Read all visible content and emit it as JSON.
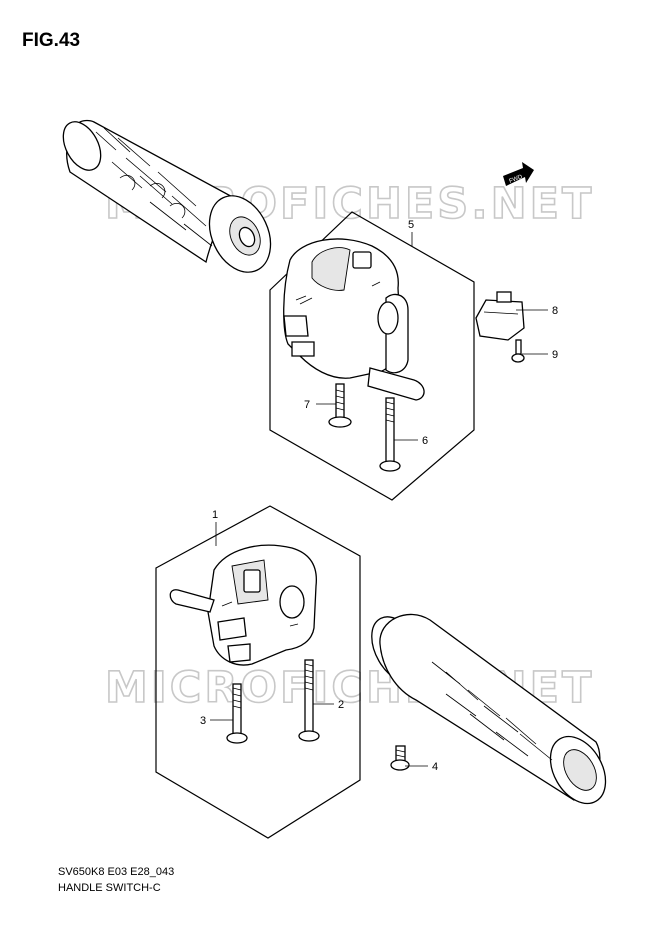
{
  "figure": {
    "title": "FIG.43",
    "model_code": "SV650K8 E03 E28_043",
    "caption": "HANDLE SWITCH-C",
    "watermark": "MICROFICHES.NET",
    "direction_badge": "FWD"
  },
  "callouts": [
    {
      "id": "c1",
      "label": "1"
    },
    {
      "id": "c2",
      "label": "2"
    },
    {
      "id": "c3",
      "label": "3"
    },
    {
      "id": "c4",
      "label": "4"
    },
    {
      "id": "c5",
      "label": "5"
    },
    {
      "id": "c6",
      "label": "6"
    },
    {
      "id": "c7",
      "label": "7"
    },
    {
      "id": "c8",
      "label": "8"
    },
    {
      "id": "c9",
      "label": "9"
    }
  ]
}
